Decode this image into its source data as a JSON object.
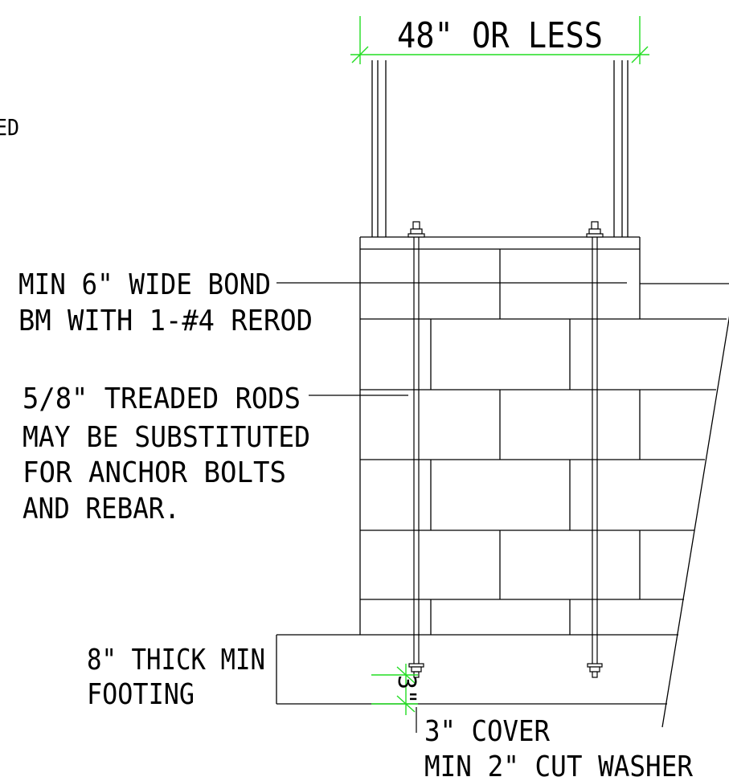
{
  "colors": {
    "line": "#000000",
    "dimension": "#22dd22",
    "background": "#ffffff"
  },
  "dimensions": {
    "top_width": "48\" OR LESS",
    "cover_depth": "3\""
  },
  "labels": {
    "cutoff_fragment": "ED",
    "bond_beam": [
      "MIN 6\" WIDE BOND",
      "BM WITH 1-#4 REROD"
    ],
    "threaded_rods": [
      "5/8\" TREADED RODS",
      "MAY BE SUBSTITUTED",
      "FOR ANCHOR BOLTS",
      "AND REBAR."
    ],
    "footing": [
      "8\" THICK MIN",
      "FOOTING"
    ],
    "cover": [
      "3\" COVER",
      "MIN 2\" CUT WASHER"
    ]
  }
}
